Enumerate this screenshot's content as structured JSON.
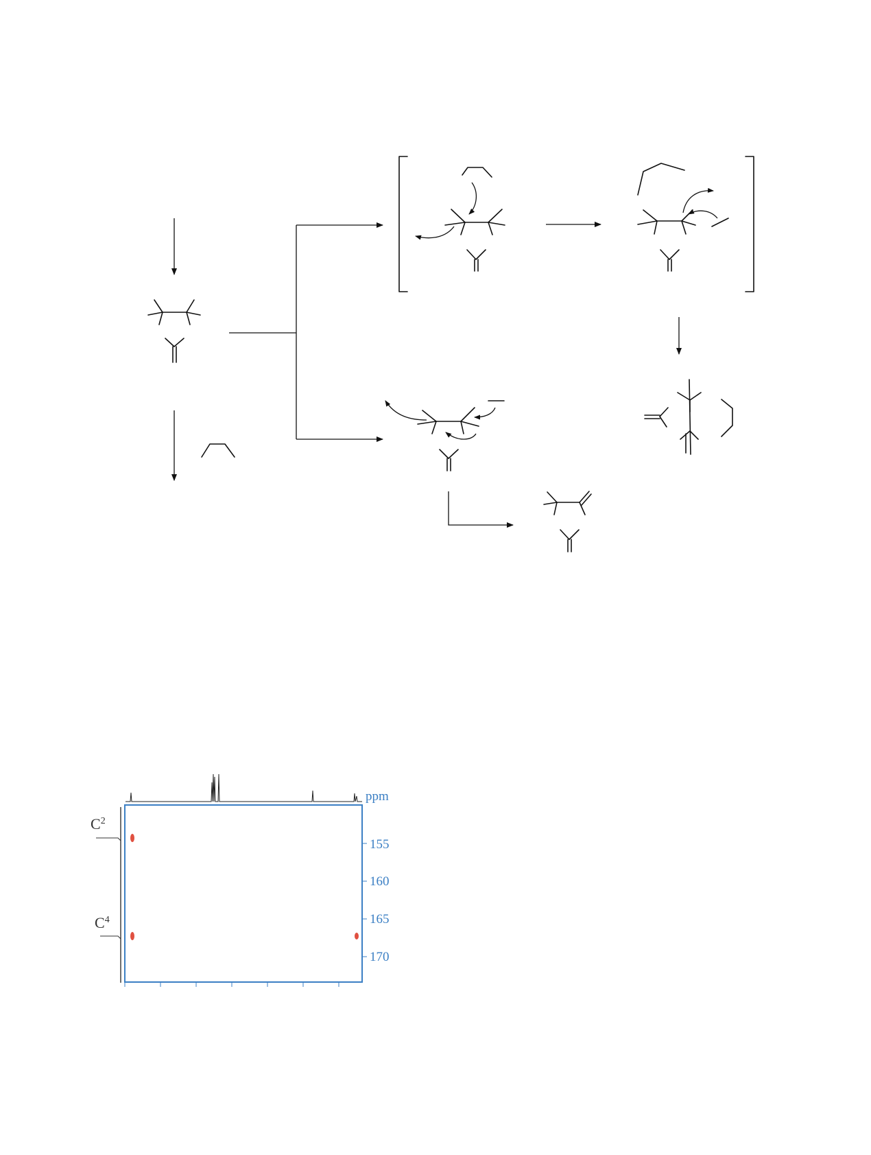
{
  "scheme": {
    "description_visible_text": []
  },
  "nmr": {
    "axis_unit": "ppm",
    "ticks": [
      "155",
      "160",
      "165",
      "170"
    ],
    "carbon_labels": [
      {
        "base": "C",
        "sup": "2"
      },
      {
        "base": "C",
        "sup": "4"
      }
    ],
    "colors": {
      "axis": "#3b7fc4",
      "frame": "#3b7fc4",
      "peak": "#e05040",
      "trace": "#222222"
    }
  }
}
